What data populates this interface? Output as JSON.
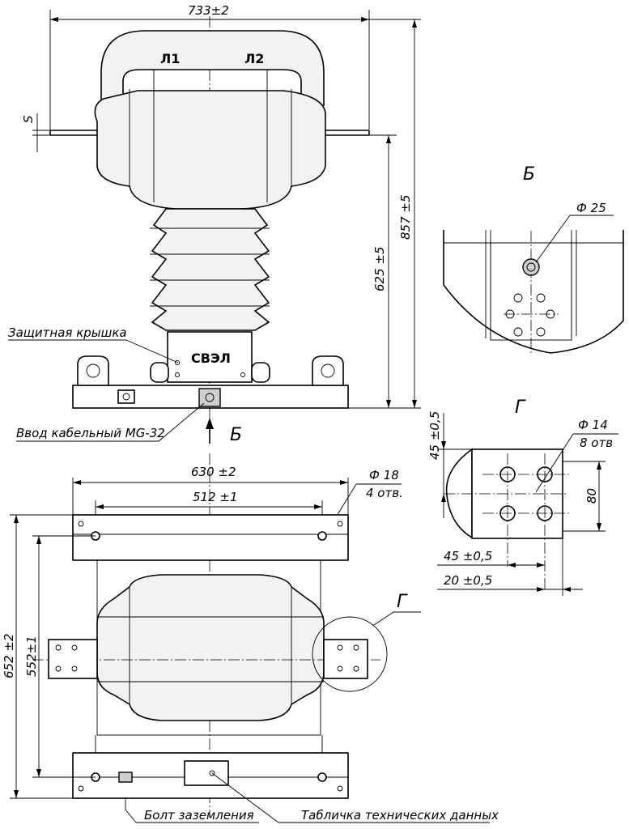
{
  "labels": {
    "terminal_1": "Л1",
    "terminal_2": "Л2",
    "protective_cover": "Защитная крышка",
    "cable_entry": "Ввод кабельный MG-32",
    "grounding_bolt": "Болт заземления",
    "nameplate": "Табличка технических данных",
    "logo": "СВЭЛ"
  },
  "view_labels": {
    "view_b_arrow": "Б",
    "view_b_title": "Б",
    "detail_g_ref": "Г",
    "detail_g_title": "Г"
  },
  "dimensions": {
    "overall_width": "733±2",
    "busbar_thickness": "S",
    "total_height": "857 ±5",
    "insulator_height": "625 ±5",
    "base_width": "630 ±2",
    "base_hole_spacing": "512 ±1",
    "base_holes_dia": "Ф 18",
    "base_holes_count": "4 отв.",
    "base_length": "652 ±2",
    "base_hole_length": "552±1",
    "cable_hole_dia": "Ф 25",
    "terminal_holes_dia": "Ф 14",
    "terminal_holes_count": "8 отв",
    "terminal_height": "80",
    "terminal_vert_offset": "45 ±0,5",
    "terminal_hole_pitch": "45 ±0,5",
    "terminal_edge_offset": "20 ±0,5"
  }
}
